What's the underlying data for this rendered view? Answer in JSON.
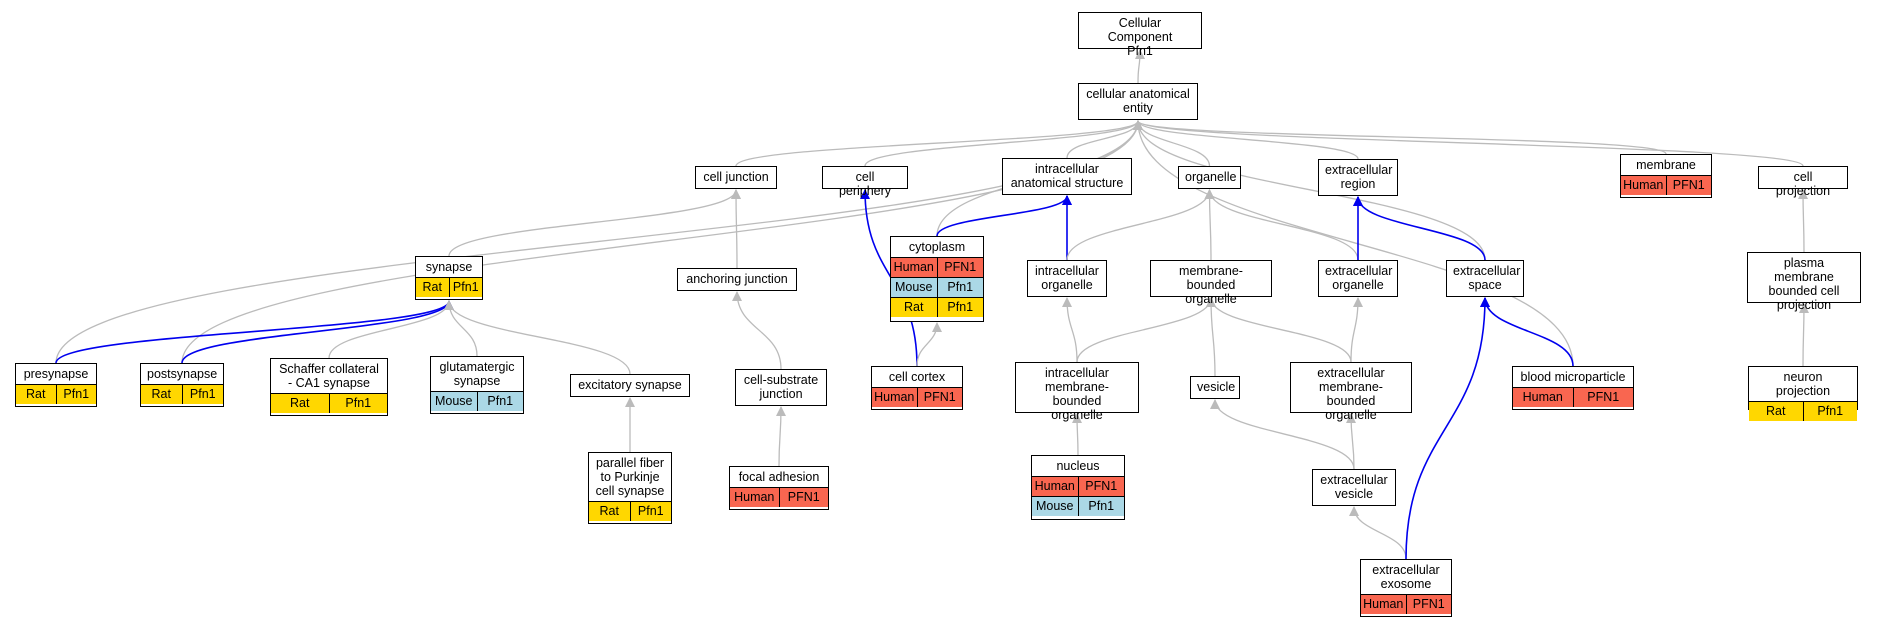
{
  "colors": {
    "Human": "#f96650",
    "Mouse": "#abd8e6",
    "Rat": "#ffd700",
    "edge_default": "#bbbbbb",
    "edge_highlight": "#0000ee"
  },
  "nodes": [
    {
      "id": "cc",
      "title": "Cellular Component\nPfn1",
      "rows": []
    },
    {
      "id": "cae",
      "title": "cellular anatomical\nentity",
      "rows": []
    },
    {
      "id": "cell_junction",
      "title": "cell junction",
      "rows": []
    },
    {
      "id": "cell_periphery",
      "title": "cell periphery",
      "rows": []
    },
    {
      "id": "ias",
      "title": "intracellular\nanatomical structure",
      "rows": []
    },
    {
      "id": "organelle",
      "title": "organelle",
      "rows": []
    },
    {
      "id": "ecr",
      "title": "extracellular\nregion",
      "rows": []
    },
    {
      "id": "membrane",
      "title": "membrane",
      "rows": [
        [
          {
            "species": "Human",
            "gene": "PFN1"
          }
        ]
      ]
    },
    {
      "id": "cell_projection",
      "title": "cell projection",
      "rows": []
    },
    {
      "id": "synapse",
      "title": "synapse",
      "rows": [
        [
          {
            "species": "Rat",
            "gene": "Pfn1"
          }
        ]
      ]
    },
    {
      "id": "anchoring",
      "title": "anchoring junction",
      "rows": []
    },
    {
      "id": "cytoplasm",
      "title": "cytoplasm",
      "rows": [
        [
          {
            "species": "Human",
            "gene": "PFN1"
          }
        ],
        [
          {
            "species": "Mouse",
            "gene": "Pfn1"
          }
        ],
        [
          {
            "species": "Rat",
            "gene": "Pfn1"
          }
        ]
      ]
    },
    {
      "id": "icorg",
      "title": "intracellular\norganelle",
      "rows": []
    },
    {
      "id": "mbo",
      "title": "membrane-bounded\norganelle",
      "rows": []
    },
    {
      "id": "ecorg",
      "title": "extracellular\norganelle",
      "rows": []
    },
    {
      "id": "ecspace",
      "title": "extracellular\nspace",
      "rows": []
    },
    {
      "id": "pmbcp",
      "title": "plasma membrane\nbounded cell\nprojection",
      "rows": []
    },
    {
      "id": "presynapse",
      "title": "presynapse",
      "rows": [
        [
          {
            "species": "Rat",
            "gene": "Pfn1"
          }
        ]
      ]
    },
    {
      "id": "postsynapse",
      "title": "postsynapse",
      "rows": [
        [
          {
            "species": "Rat",
            "gene": "Pfn1"
          }
        ]
      ]
    },
    {
      "id": "schaffer",
      "title": "Schaffer collateral\n- CA1 synapse",
      "rows": [
        [
          {
            "species": "Rat",
            "gene": "Pfn1"
          }
        ]
      ]
    },
    {
      "id": "glut",
      "title": "glutamatergic\nsynapse",
      "rows": [
        [
          {
            "species": "Mouse",
            "gene": "Pfn1"
          }
        ]
      ]
    },
    {
      "id": "excit",
      "title": "excitatory synapse",
      "rows": []
    },
    {
      "id": "csj",
      "title": "cell-substrate\njunction",
      "rows": []
    },
    {
      "id": "cortex",
      "title": "cell cortex",
      "rows": [
        [
          {
            "species": "Human",
            "gene": "PFN1"
          }
        ]
      ]
    },
    {
      "id": "imbo",
      "title": "intracellular\nmembrane-bounded\norganelle",
      "rows": []
    },
    {
      "id": "vesicle",
      "title": "vesicle",
      "rows": []
    },
    {
      "id": "embo",
      "title": "extracellular\nmembrane-bounded\norganelle",
      "rows": []
    },
    {
      "id": "bmp",
      "title": "blood microparticle",
      "rows": [
        [
          {
            "species": "Human",
            "gene": "PFN1"
          }
        ]
      ]
    },
    {
      "id": "neuronproj",
      "title": "neuron projection",
      "rows": [
        [
          {
            "species": "Rat",
            "gene": "Pfn1"
          }
        ]
      ]
    },
    {
      "id": "pf",
      "title": "parallel fiber\nto Purkinje\ncell synapse",
      "rows": [
        [
          {
            "species": "Rat",
            "gene": "Pfn1"
          }
        ]
      ]
    },
    {
      "id": "focal",
      "title": "focal adhesion",
      "rows": [
        [
          {
            "species": "Human",
            "gene": "PFN1"
          }
        ]
      ]
    },
    {
      "id": "nucleus",
      "title": "nucleus",
      "rows": [
        [
          {
            "species": "Human",
            "gene": "PFN1"
          }
        ],
        [
          {
            "species": "Mouse",
            "gene": "Pfn1"
          }
        ]
      ]
    },
    {
      "id": "ecvesicle",
      "title": "extracellular\nvesicle",
      "rows": []
    },
    {
      "id": "exosome",
      "title": "extracellular\nexosome",
      "rows": [
        [
          {
            "species": "Human",
            "gene": "PFN1"
          }
        ]
      ]
    }
  ],
  "edges": [
    {
      "from": "cae",
      "to": "cc",
      "color": "gray"
    },
    {
      "from": "cell_junction",
      "to": "cae",
      "color": "gray"
    },
    {
      "from": "cell_periphery",
      "to": "cae",
      "color": "gray"
    },
    {
      "from": "ias",
      "to": "cae",
      "color": "gray"
    },
    {
      "from": "organelle",
      "to": "cae",
      "color": "gray"
    },
    {
      "from": "ecr",
      "to": "cae",
      "color": "gray"
    },
    {
      "from": "membrane",
      "to": "cae",
      "color": "gray"
    },
    {
      "from": "cell_projection",
      "to": "cae",
      "color": "gray"
    },
    {
      "from": "presynapse",
      "to": "cae",
      "color": "gray"
    },
    {
      "from": "postsynapse",
      "to": "cae",
      "color": "gray"
    },
    {
      "from": "cytoplasm",
      "to": "cae",
      "color": "gray"
    },
    {
      "from": "ecspace",
      "to": "cae",
      "color": "gray"
    },
    {
      "from": "bmp",
      "to": "cae",
      "color": "gray"
    },
    {
      "from": "synapse",
      "to": "cell_junction",
      "color": "gray"
    },
    {
      "from": "anchoring",
      "to": "cell_junction",
      "color": "gray"
    },
    {
      "from": "presynapse",
      "to": "synapse",
      "color": "blue"
    },
    {
      "from": "postsynapse",
      "to": "synapse",
      "color": "blue"
    },
    {
      "from": "schaffer",
      "to": "synapse",
      "color": "gray"
    },
    {
      "from": "glut",
      "to": "synapse",
      "color": "gray"
    },
    {
      "from": "excit",
      "to": "synapse",
      "color": "gray"
    },
    {
      "from": "pf",
      "to": "excit",
      "color": "gray"
    },
    {
      "from": "csj",
      "to": "anchoring",
      "color": "gray"
    },
    {
      "from": "focal",
      "to": "csj",
      "color": "gray"
    },
    {
      "from": "cortex",
      "to": "cell_periphery",
      "color": "blue"
    },
    {
      "from": "cortex",
      "to": "cytoplasm",
      "color": "gray"
    },
    {
      "from": "cytoplasm",
      "to": "ias",
      "color": "blue"
    },
    {
      "from": "icorg",
      "to": "ias",
      "color": "blue"
    },
    {
      "from": "icorg",
      "to": "organelle",
      "color": "gray"
    },
    {
      "from": "mbo",
      "to": "organelle",
      "color": "gray"
    },
    {
      "from": "ecorg",
      "to": "organelle",
      "color": "gray"
    },
    {
      "from": "ecorg",
      "to": "ecr",
      "color": "blue"
    },
    {
      "from": "ecspace",
      "to": "ecr",
      "color": "blue"
    },
    {
      "from": "imbo",
      "to": "icorg",
      "color": "gray"
    },
    {
      "from": "imbo",
      "to": "mbo",
      "color": "gray"
    },
    {
      "from": "vesicle",
      "to": "mbo",
      "color": "gray"
    },
    {
      "from": "embo",
      "to": "mbo",
      "color": "gray"
    },
    {
      "from": "embo",
      "to": "ecorg",
      "color": "gray"
    },
    {
      "from": "nucleus",
      "to": "imbo",
      "color": "gray"
    },
    {
      "from": "ecvesicle",
      "to": "vesicle",
      "color": "gray"
    },
    {
      "from": "ecvesicle",
      "to": "embo",
      "color": "gray"
    },
    {
      "from": "exosome",
      "to": "ecvesicle",
      "color": "gray"
    },
    {
      "from": "exosome",
      "to": "ecspace",
      "color": "blue"
    },
    {
      "from": "bmp",
      "to": "ecspace",
      "color": "blue"
    },
    {
      "from": "pmbcp",
      "to": "cell_projection",
      "color": "gray"
    },
    {
      "from": "neuronproj",
      "to": "pmbcp",
      "color": "gray"
    }
  ]
}
